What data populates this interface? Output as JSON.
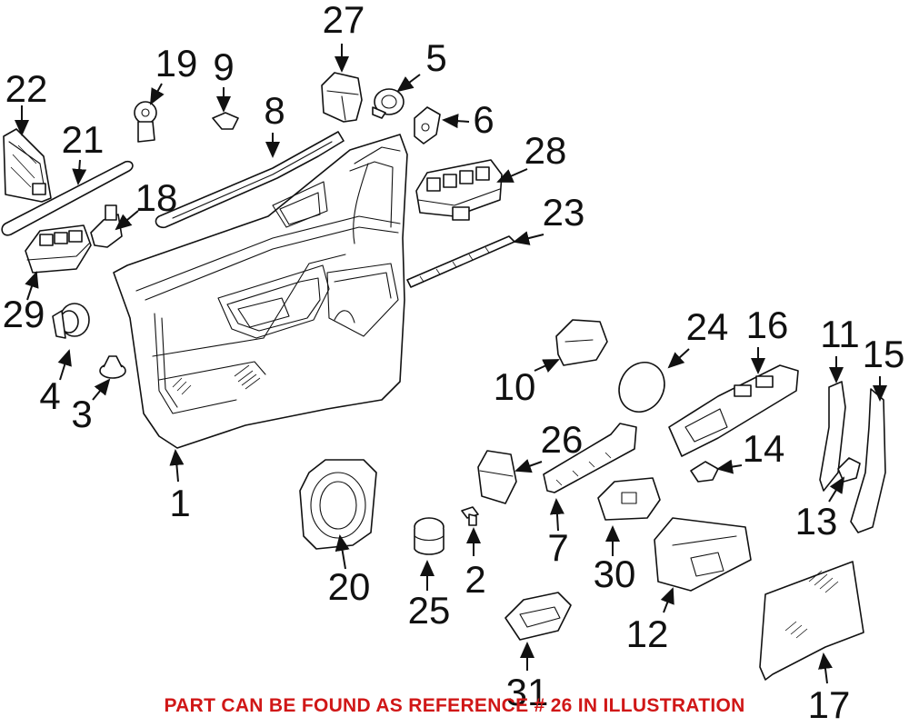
{
  "callouts": [
    "1",
    "2",
    "3",
    "4",
    "5",
    "6",
    "7",
    "8",
    "9",
    "10",
    "11",
    "12",
    "13",
    "14",
    "15",
    "16",
    "17",
    "18",
    "19",
    "20",
    "21",
    "22",
    "23",
    "24",
    "25",
    "26",
    "27",
    "28",
    "29",
    "30",
    "31"
  ],
  "footer_note": "PART CAN BE FOUND AS REFERENCE # 26 IN ILLUSTRATION",
  "colors": {
    "line": "#111111",
    "note": "#d01717",
    "background": "#ffffff"
  }
}
